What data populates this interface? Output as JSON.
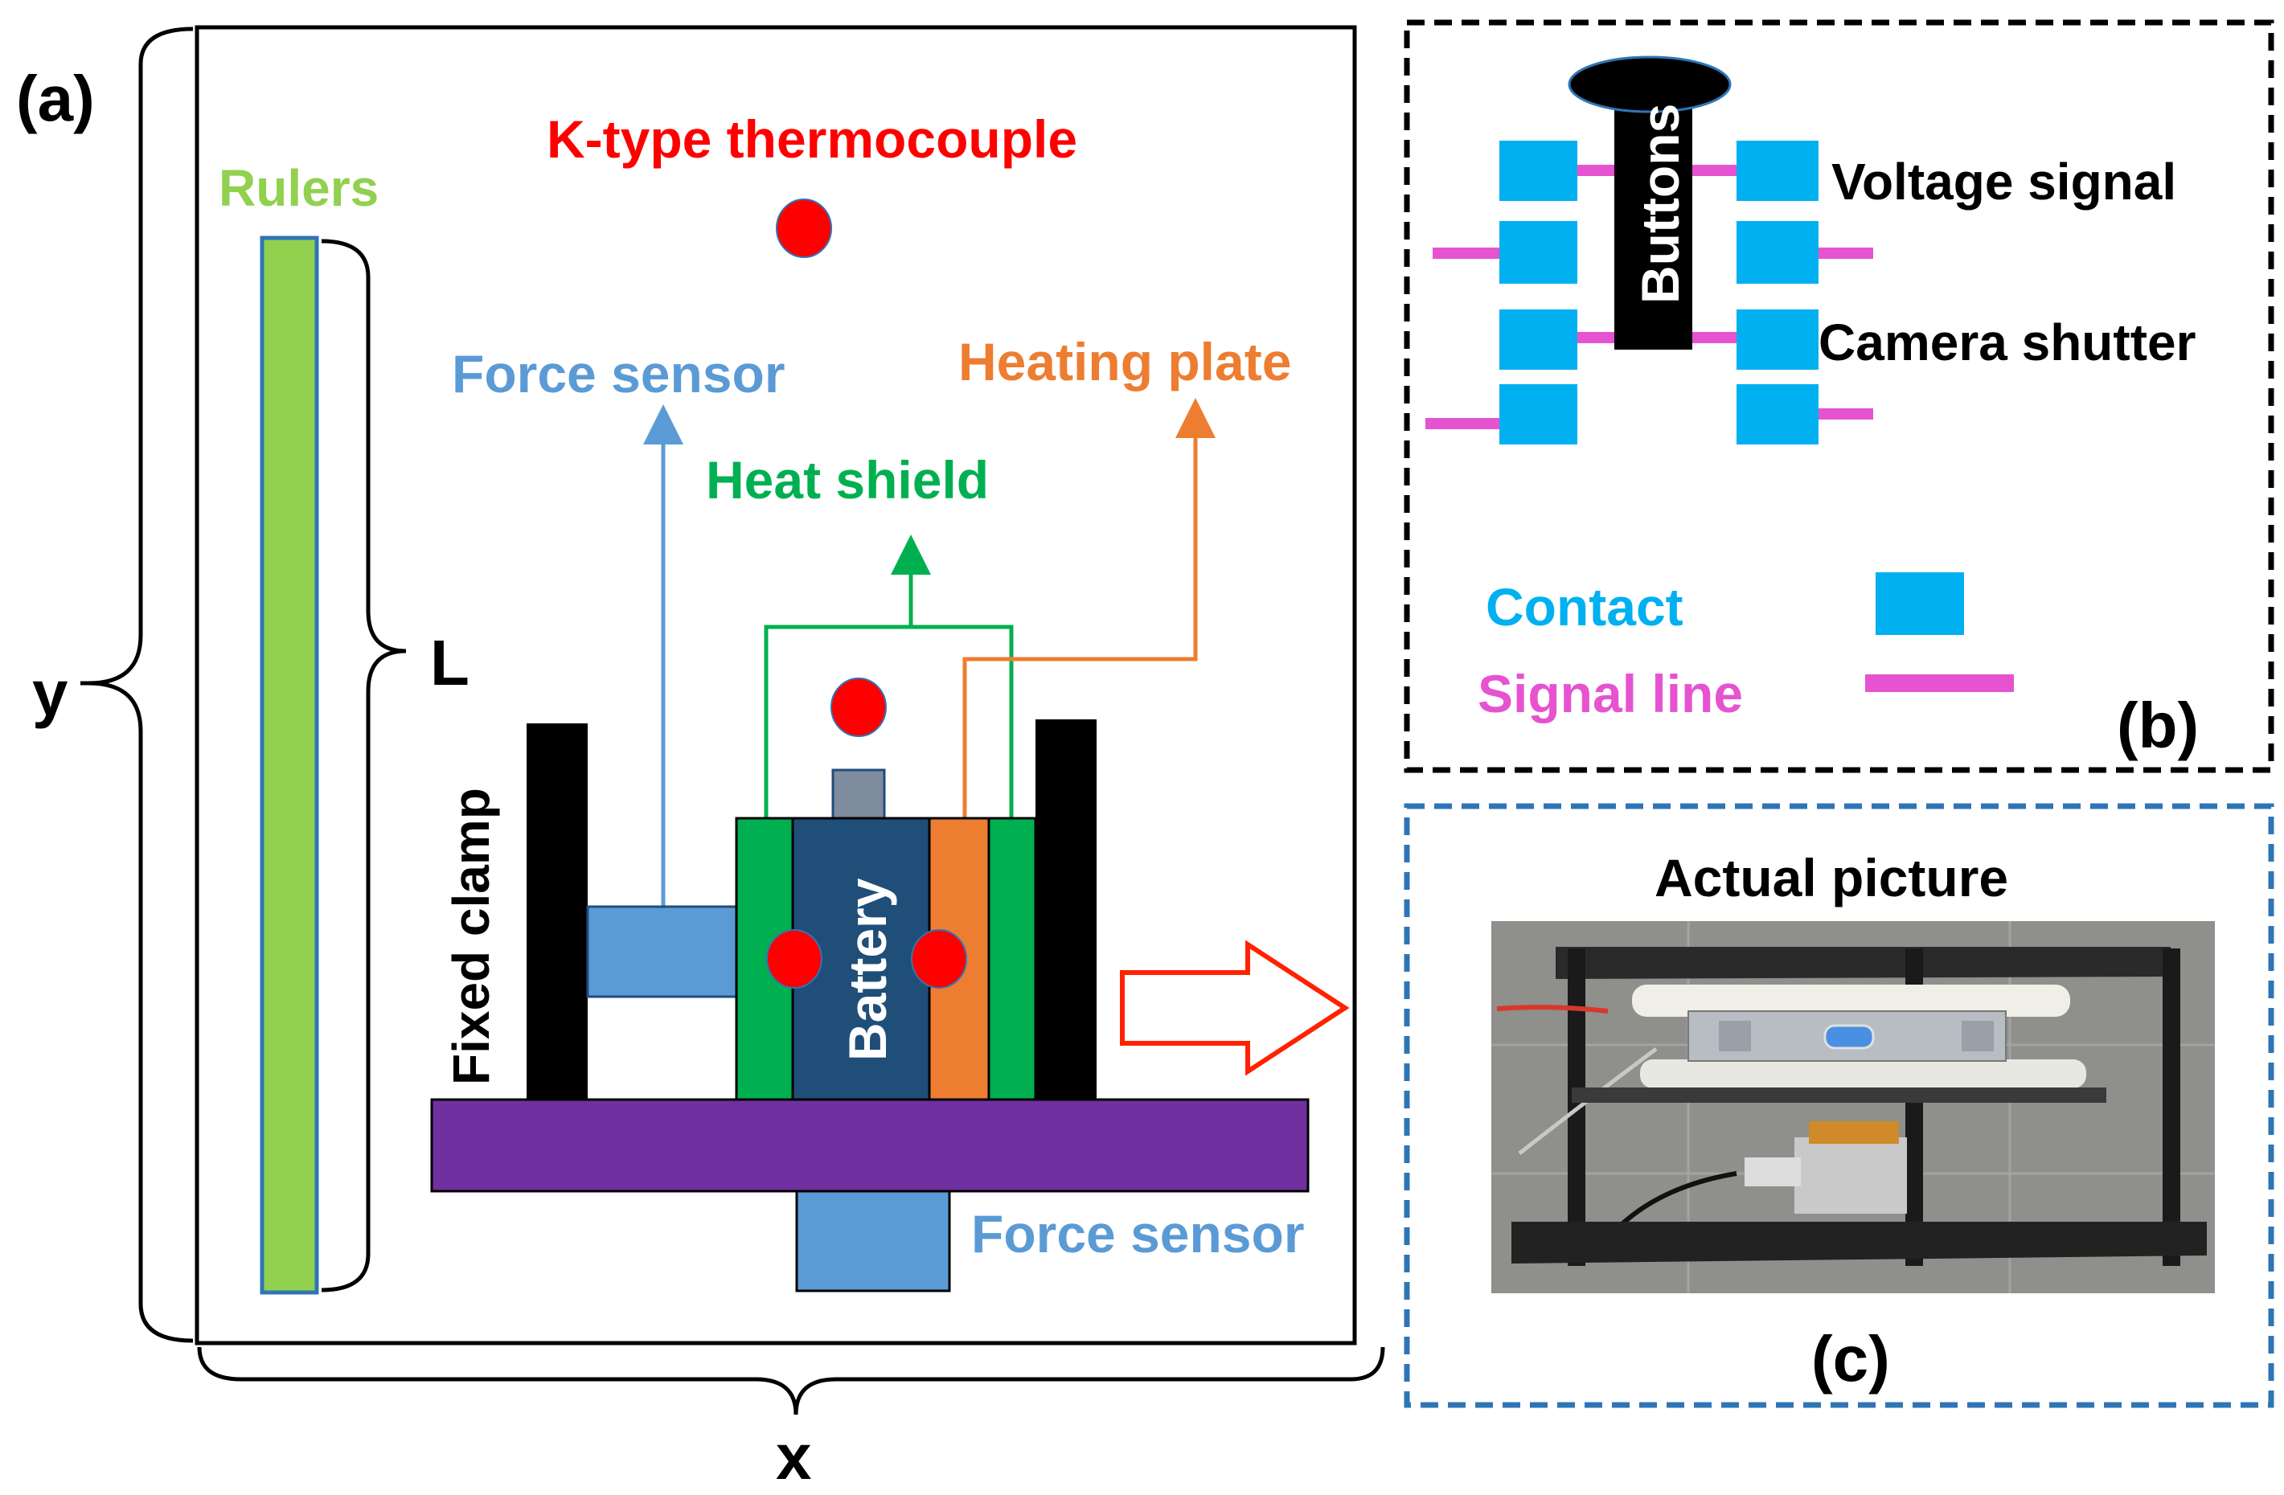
{
  "panel_a": {
    "label": "(a)",
    "thermocouple_label": "K-type thermocouple",
    "rulers_label": "Rulers",
    "force_sensor_top_label": "Force sensor",
    "heat_shield_label": "Heat shield",
    "heating_plate_label": "Heating plate",
    "fixed_clamp_label": "Fixed clamp",
    "battery_label": "Battery",
    "force_sensor_bottom_label": "Force sensor",
    "l_label": "L",
    "y_label": "y",
    "x_label": "x"
  },
  "panel_b": {
    "label": "(b)",
    "buttons_label": "Buttons",
    "voltage_signal_label": "Voltage signal",
    "camera_shutter_label": "Camera shutter",
    "contact_label": "Contact",
    "signal_line_label": "Signal line"
  },
  "panel_c": {
    "label": "(c)",
    "title": "Actual picture"
  },
  "colors": {
    "thermocouple": "#ff0000",
    "rulers": "#92d050",
    "force_sensor": "#5b9bd5",
    "heat_shield": "#00b050",
    "heating_plate": "#ed7d31",
    "battery": "#1f4e79",
    "base_plate": "#7030a0",
    "contact": "#00b0f0",
    "signal_line": "#e653d0",
    "panel_c_border": "#2e75b6"
  }
}
